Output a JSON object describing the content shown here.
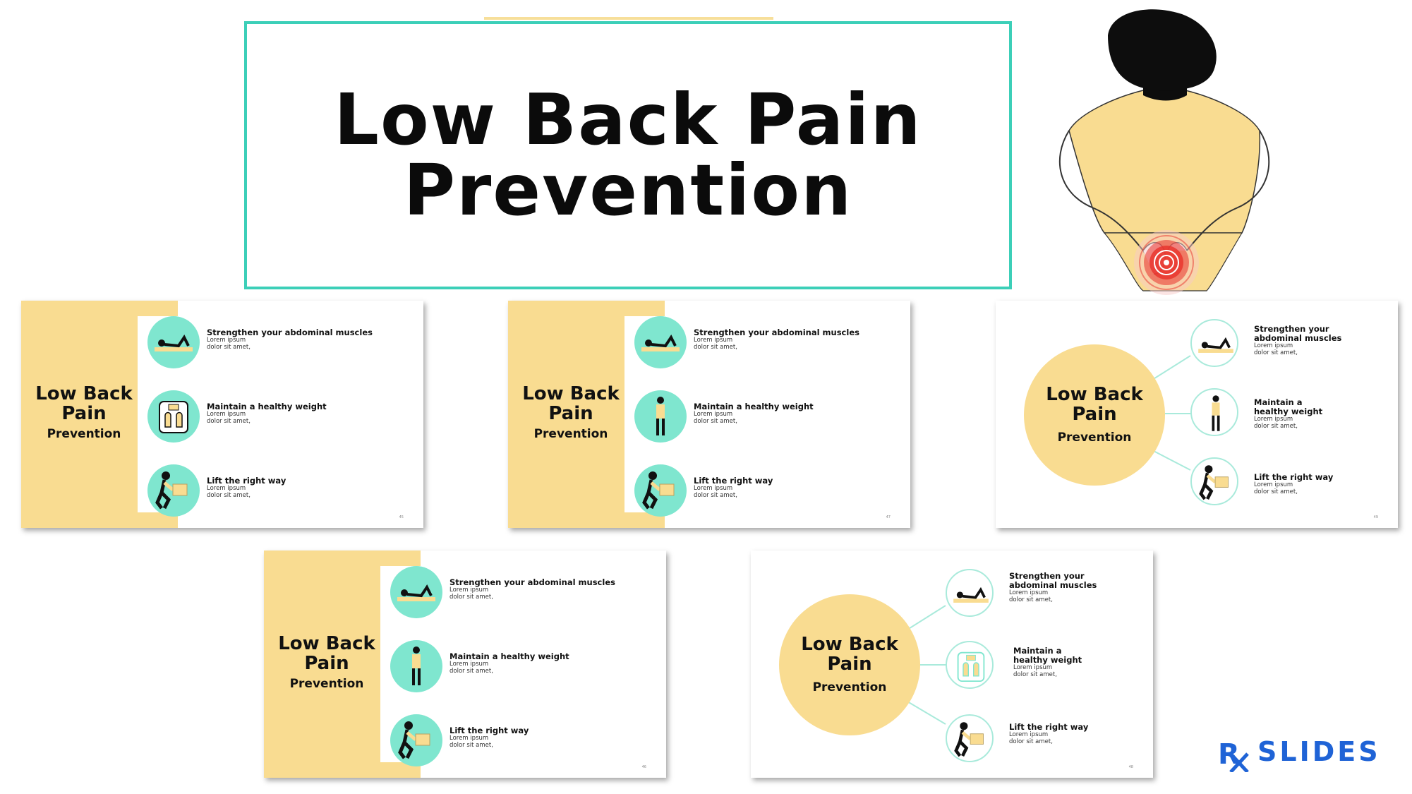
{
  "title": {
    "line1": "Low Back Pain",
    "line2": "Prevention"
  },
  "slide_common": {
    "title_line1": "Low Back",
    "title_line2": "Pain",
    "title_line3": "Prevention",
    "item1_head": "Strengthen your abdominal muscles",
    "item1_head_a": "Strengthen your",
    "item1_head_b": "abdominal muscles",
    "item2_head": "Maintain a healthy weight",
    "item2_head_a": "Maintain a",
    "item2_head_b": "healthy weight",
    "item3_head": "Lift the right way",
    "sub_a": "Lorem ipsum",
    "sub_b": "dolor sit amet,"
  },
  "slides": [
    {
      "style": "band",
      "page": "45",
      "item2_icon": "scale-icon"
    },
    {
      "style": "band",
      "page": "47",
      "item2_icon": "standing-person-icon"
    },
    {
      "style": "radial",
      "page": "49",
      "item2_icon": "standing-person-icon"
    },
    {
      "style": "band",
      "page": "46",
      "item2_icon": "standing-person-icon"
    },
    {
      "style": "radial",
      "page": "48",
      "item2_icon": "scale-icon"
    }
  ],
  "colors": {
    "accent_teal": "#3ccfb8",
    "band_yellow": "#f9dc91",
    "icon_mint": "#7fe6cf",
    "pain_red": "#e8322b",
    "logo_blue": "#1f63d6"
  },
  "logo": {
    "text": "SLIDES"
  }
}
